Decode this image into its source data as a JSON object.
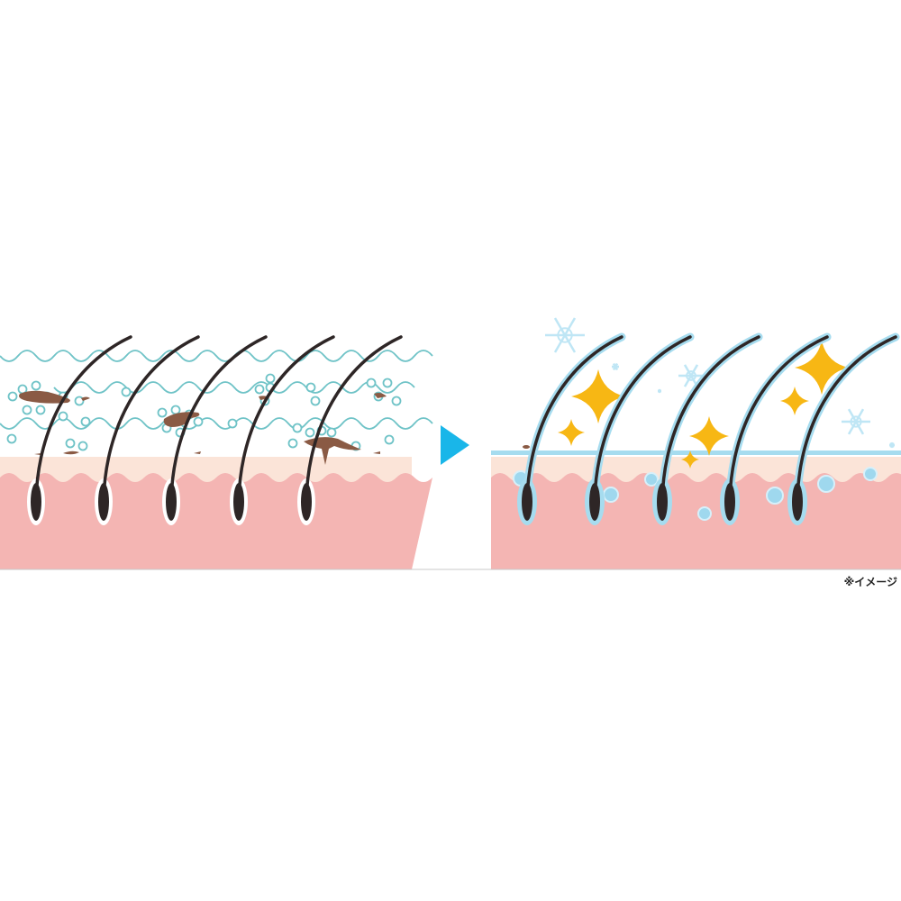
{
  "caption": "※イメージ",
  "colors": {
    "skin_top": "#fbe4d8",
    "skin": "#f4b5b3",
    "hair": "#2e2626",
    "foam": "#6fc3c7",
    "dirt": "#8a5a44",
    "arrow": "#19b6e9",
    "clean_line": "#a6dcef",
    "sparkle": "#f7b714",
    "snow": "#bfe6f5"
  },
  "panels": [
    {
      "state": "before",
      "hair_count": 5
    },
    {
      "state": "after",
      "hair_count": 5
    }
  ]
}
